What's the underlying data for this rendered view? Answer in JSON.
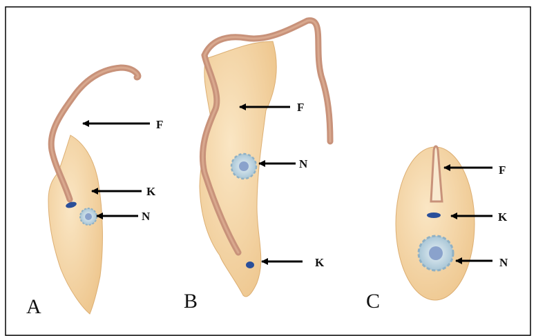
{
  "figure": {
    "panels": [
      {
        "id": "A",
        "label": "A",
        "annotations": {
          "flagellum": "F",
          "kinetoplast": "K",
          "nucleus": "N"
        }
      },
      {
        "id": "B",
        "label": "B",
        "annotations": {
          "flagellum": "F",
          "nucleus": "N",
          "kinetoplast": "K"
        }
      },
      {
        "id": "C",
        "label": "C",
        "annotations": {
          "flagellum": "F",
          "kinetoplast": "K",
          "nucleus": "N"
        }
      }
    ]
  },
  "colors": {
    "cell_body": "#f4d6a6",
    "cell_outline": "#d9a86a",
    "flagellum": "#c8927a",
    "nucleus_fill": "#c9dde6",
    "nucleolus": "#8aa2cc",
    "kinetoplast": "#2a4f9a",
    "arrow": "#000000",
    "frame": "#000000"
  }
}
